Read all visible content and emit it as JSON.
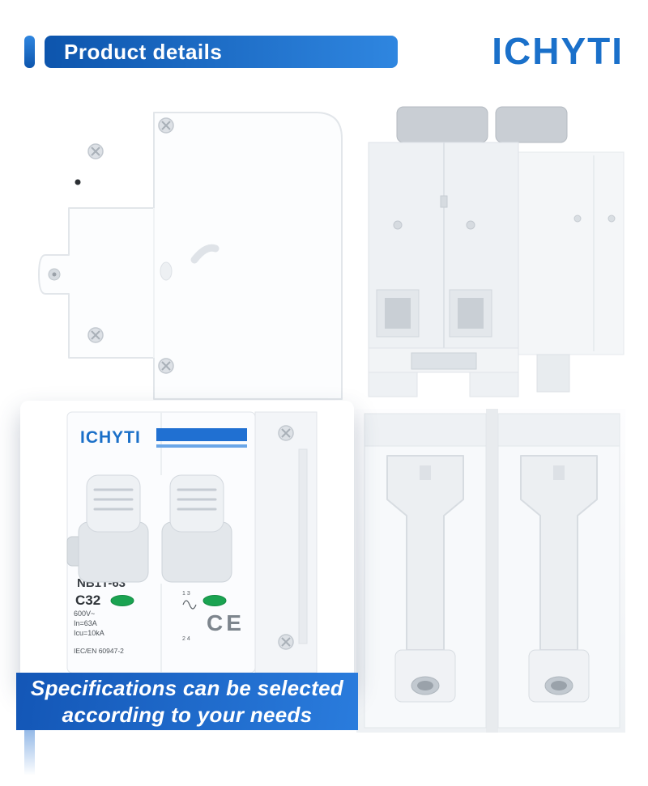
{
  "header": {
    "title": "Product details"
  },
  "logo": {
    "text": "ICHYTI"
  },
  "photos": {
    "front_view": {
      "brand": "ICHYTI",
      "model": "NB1T-63",
      "rating": "C32",
      "specs": [
        "600V~",
        "In=63A",
        "Icu=10kA"
      ],
      "standard": "IEC/EN 60947-2",
      "ce_mark": "CE",
      "terminal_top": "1 3",
      "terminal_bottom": "2 4"
    }
  },
  "banner": {
    "line1": "Specifications can be selected",
    "line2": "according to your needs"
  },
  "colors": {
    "brand_blue": "#1a70ca",
    "banner_blue": "#1f6ccd",
    "indicator_green": "#1aa351"
  }
}
